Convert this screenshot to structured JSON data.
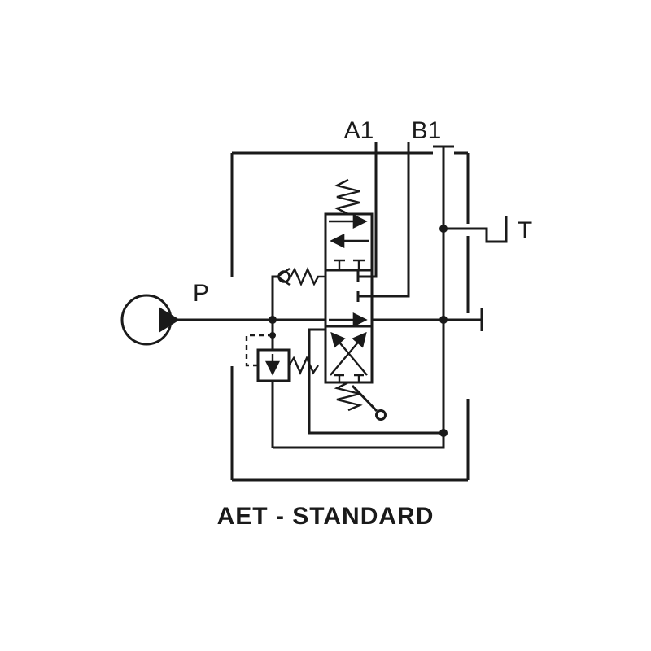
{
  "title": "AET - STANDARD",
  "labels": {
    "pump": "P",
    "port_a": "A1",
    "port_b": "B1",
    "tank": "T"
  },
  "colors": {
    "line": "#1a1a1a",
    "background": "#ffffff"
  },
  "components": [
    {
      "name": "pump",
      "symbol": "circle-with-outflow-triangle"
    },
    {
      "name": "directional-control-valve",
      "symbol": "3-position spool, top return spring, bottom spring with manual lever"
    },
    {
      "name": "relief-valve",
      "symbol": "square with down flow arrow, side spring, dashed pilot line"
    },
    {
      "name": "check-valve",
      "symbol": "ball against seat with spring"
    },
    {
      "name": "power-beyond-plug",
      "symbol": "line end cap"
    },
    {
      "name": "tank-outlet",
      "symbol": "stepped line to T"
    },
    {
      "name": "housing-boundary",
      "symbol": "broken rectangle enclosure"
    }
  ]
}
